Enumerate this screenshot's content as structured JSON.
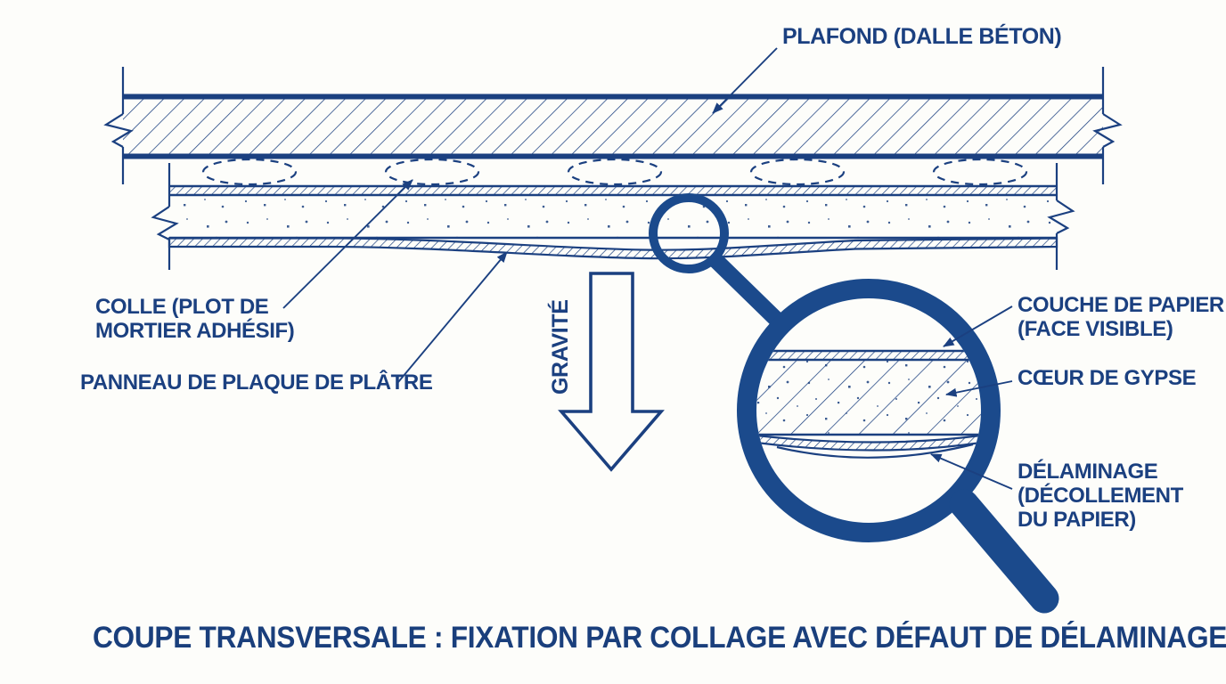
{
  "labels": {
    "plafond": "PLAFOND (DALLE BÉTON)",
    "colle": [
      "COLLE (PLOT DE",
      "MORTIER ADHÉSIF)"
    ],
    "panneau": "PANNEAU DE PLAQUE DE PLÂTRE",
    "gravite": "GRAVITÉ",
    "couche": [
      "COUCHE DE PAPIER",
      "(FACE VISIBLE)"
    ],
    "coeur": "CŒUR DE GYPSE",
    "delaminage": [
      "DÉLAMINAGE",
      "(DÉCOLLEMENT",
      "DU PAPIER)"
    ],
    "title": "COUPE TRANSVERSALE : FIXATION PAR COLLAGE AVEC DÉFAUT DE DÉLAMINAGE"
  },
  "colors": {
    "ink": "#1b4080",
    "heavy_fill": "#1b4a8c",
    "background": "#fdfdfa"
  }
}
